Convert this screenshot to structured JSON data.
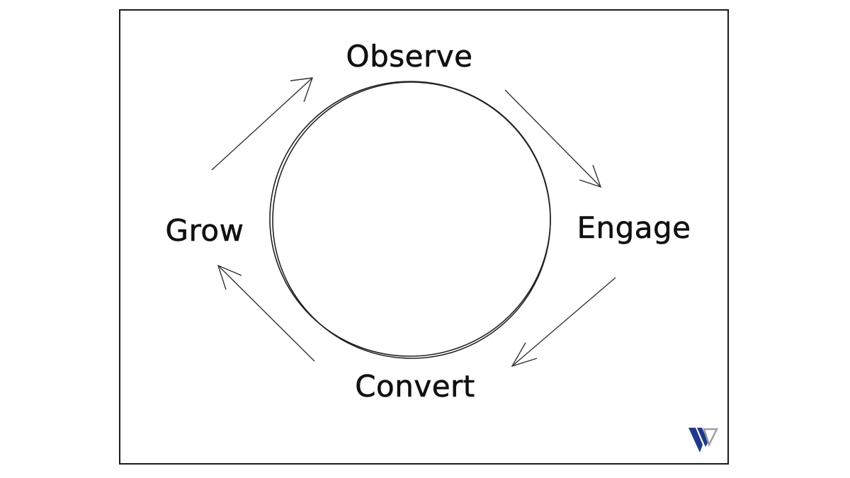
{
  "diagram": {
    "stages": [
      "Observe",
      "Engage",
      "Convert",
      "Grow"
    ],
    "colors": {
      "ink": "#111111",
      "arrow": "#333333",
      "logo_blue": "#1f3a8a",
      "logo_gray": "#9aa0a6"
    },
    "logo_icon": "vw-monogram-logo"
  }
}
